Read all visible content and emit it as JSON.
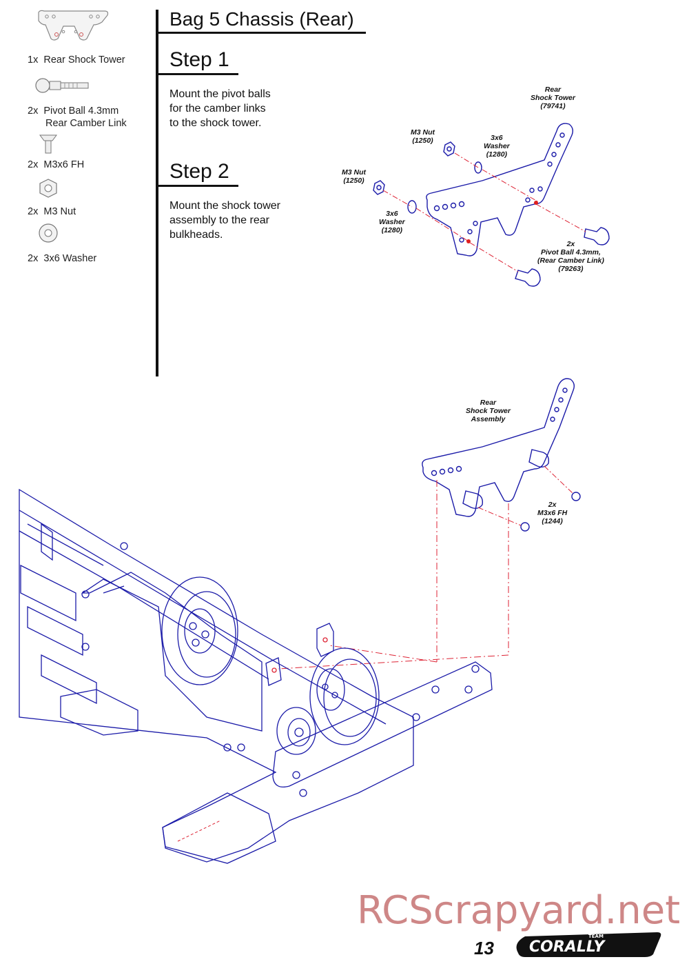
{
  "header": {
    "bag_title": "Bag 5 Chassis (Rear)",
    "step1_title": "Step 1",
    "step1_text": "Mount the pivot balls\nfor the camber links\nto the shock tower.",
    "step2_title": "Step 2",
    "step2_text": "Mount the shock tower\nassembly to the rear\nbulkheads."
  },
  "parts": [
    {
      "qty": "1x",
      "name": "Rear Shock Tower",
      "icon": "shock-tower-icon"
    },
    {
      "qty": "2x",
      "name": "Pivot Ball 4.3mm",
      "name2": "Rear Camber Link",
      "icon": "pivot-ball-icon"
    },
    {
      "qty": "2x",
      "name": "M3x6 FH",
      "icon": "flat-head-screw-icon"
    },
    {
      "qty": "2x",
      "name": "M3 Nut",
      "icon": "hex-nut-icon"
    },
    {
      "qty": "2x",
      "name": "3x6 Washer",
      "icon": "washer-icon"
    }
  ],
  "step1_callouts": {
    "tower": "Rear\nShock Tower\n(79741)",
    "nut_top": "M3 Nut\n(1250)",
    "washer_top": "3x6\nWasher\n(1280)",
    "nut_left": "M3 Nut\n(1250)",
    "washer_left": "3x6\nWasher\n(1280)",
    "pivot_ball": "2x\nPivot Ball 4.3mm,\n(Rear Camber Link)\n(79263)"
  },
  "step2_callouts": {
    "assembly": "Rear\nShock Tower\nAssembly",
    "screw": "2x\nM3x6 FH\n(1244)"
  },
  "footer": {
    "page_number": "13",
    "watermark": "RCScrapyard.net",
    "brand_logo": "TEAM CORALLY"
  },
  "colors": {
    "drawing": "#1a1aa8",
    "accent_red": "#e02020",
    "watermark": "#c97b7b",
    "text": "#111111"
  }
}
